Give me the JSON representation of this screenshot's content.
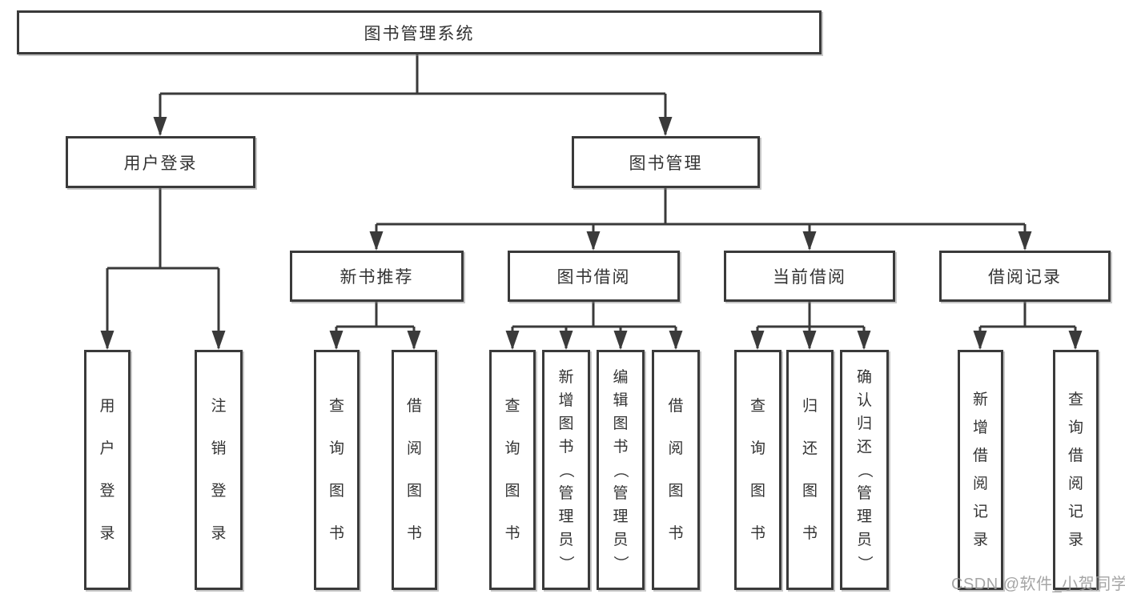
{
  "tree": {
    "label": "图书管理系统",
    "children": [
      {
        "label": "用户登录",
        "children": [
          {
            "label": "用户登录"
          },
          {
            "label": "注销登录"
          }
        ]
      },
      {
        "label": "图书管理",
        "children": [
          {
            "label": "新书推荐",
            "children": [
              {
                "label": "查询图书"
              },
              {
                "label": "借阅图书"
              }
            ]
          },
          {
            "label": "图书借阅",
            "children": [
              {
                "label": "查询图书"
              },
              {
                "label": "新增图书（管理员）"
              },
              {
                "label": "编辑图书（管理员）"
              },
              {
                "label": "借阅图书"
              }
            ]
          },
          {
            "label": "当前借阅",
            "children": [
              {
                "label": "查询图书"
              },
              {
                "label": "归还图书"
              },
              {
                "label": "确认归还（管理员）"
              }
            ]
          },
          {
            "label": "借阅记录",
            "children": [
              {
                "label": "新增借阅记录"
              },
              {
                "label": "查询借阅记录"
              }
            ]
          }
        ]
      }
    ]
  },
  "watermark": {
    "text": "CSDN @软件_小贺同学"
  },
  "colors": {
    "background": "#ffffff",
    "line": "#3a3a3a",
    "box_border": "#3a3a3a",
    "text": "#333333",
    "watermark_text": "#9c9c9c"
  }
}
